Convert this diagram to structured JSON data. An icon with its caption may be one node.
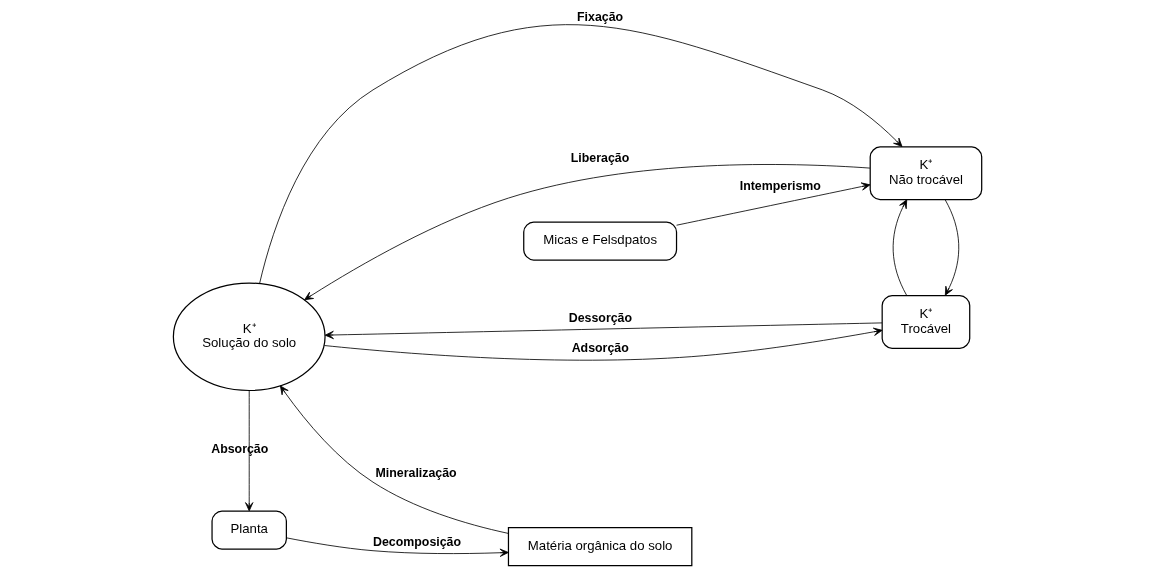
{
  "diagram": {
    "nodes": [
      {
        "text": [
          "Planta"
        ]
      },
      {
        "text": [
          "K⁺",
          "Trocável"
        ]
      },
      {
        "text": [
          "Matéria orgânica do solo"
        ]
      },
      {
        "text": [
          "K⁺",
          "Solução do solo"
        ]
      },
      {
        "text": [
          "Micas e Felsdpatos"
        ]
      },
      {
        "text": [
          "K⁺",
          "Não trocável"
        ]
      }
    ],
    "edges": [
      {
        "from": 0,
        "to": 2,
        "arrow": "to",
        "label": "Decomposição"
      },
      {
        "from": 2,
        "to": 3,
        "arrow": "to",
        "label": "Mineralização"
      },
      {
        "from": 3,
        "to": 0,
        "arrow": "to",
        "label": "Absorção"
      },
      {
        "from": 1,
        "to": 3,
        "arrow": "to",
        "label": "Dessorção"
      },
      {
        "from": 3,
        "to": 1,
        "arrow": "to",
        "label": "Adsorção"
      },
      {
        "from": 3,
        "to": 5,
        "arrow": "to",
        "label": "Fixação"
      },
      {
        "from": 5,
        "to": 3,
        "arrow": "to",
        "label": "Liberação"
      },
      {
        "from": 4,
        "to": 5,
        "arrow": "to",
        "label": "Intemperismo"
      },
      {
        "from": 5,
        "to": 1,
        "arrow": "to"
      },
      {
        "from": 1,
        "to": 5,
        "arrow": "to"
      }
    ]
  }
}
